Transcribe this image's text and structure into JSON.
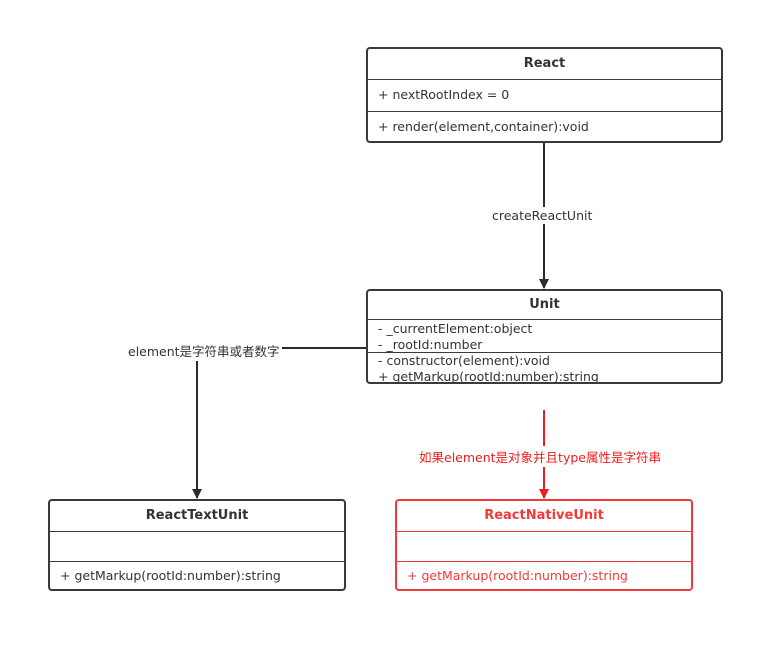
{
  "classes": {
    "react": {
      "name": "React",
      "attributes": [
        "+ nextRootIndex = 0"
      ],
      "methods": [
        "+ render(element,container):void"
      ]
    },
    "unit": {
      "name": "Unit",
      "attributes": [
        "- _currentElement:object",
        "- _rootId:number"
      ],
      "methods": [
        "- constructor(element):void",
        "+ getMarkup(rootId:number):string"
      ]
    },
    "react_text_unit": {
      "name": "ReactTextUnit",
      "attributes": [],
      "methods": [
        "+ getMarkup(rootId:number):string"
      ]
    },
    "react_native_unit": {
      "name": "ReactNativeUnit",
      "attributes": [],
      "methods": [
        "+ getMarkup(rootId:number):string"
      ]
    }
  },
  "edges": {
    "react_to_unit": "createReactUnit",
    "unit_to_text": "element是字符串或者数字",
    "unit_to_native": "如果element是对象并且type属性是字符串"
  },
  "colors": {
    "stroke": "#3a3a3a",
    "highlight": "#f23a3a"
  }
}
